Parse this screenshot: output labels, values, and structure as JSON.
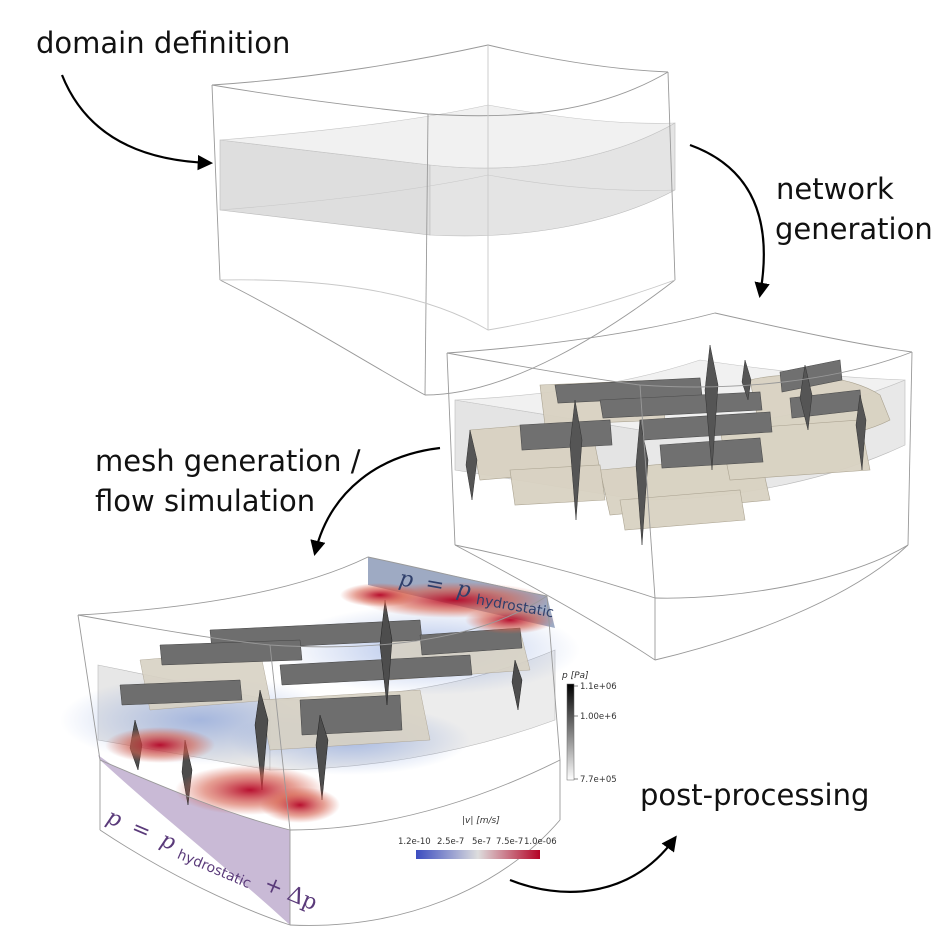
{
  "labels": {
    "domain_definition": "domain definition",
    "network_generation_line1": "network",
    "network_generation_line2": "generation",
    "mesh_generation_line1": "mesh generation /",
    "mesh_generation_line2": "flow simulation",
    "post_processing": "post-processing"
  },
  "boundary_conditions": {
    "top": {
      "lhs": "p",
      "eq": "=",
      "rhs_base": "p",
      "rhs_sub": "hydrostatic"
    },
    "bottom": {
      "lhs": "p",
      "eq": "=",
      "rhs_base": "p",
      "rhs_sub": "hydrostatic",
      "plus": "+ Δp"
    }
  },
  "pressure_colorbar": {
    "title": "p [Pa]",
    "max_label": "1.1e+06",
    "mid_label": "1.00e+6",
    "min_label": "7.7e+05",
    "colors": [
      "#000000",
      "#ffffff"
    ]
  },
  "velocity_colorbar": {
    "title": "|v| [m/s]",
    "tick_labels": [
      "1.2e-10",
      "2.5e-7",
      "5e-7",
      "7.5e-7",
      "1.0e-06"
    ],
    "colors": [
      "#3b4cc0",
      "#dddddd",
      "#b40426"
    ]
  },
  "colors": {
    "top_boundary": "#8d9bb8",
    "bottom_boundary": "#c3b3d1",
    "top_bc_text": "#2f3f6b",
    "bottom_bc_text": "#5a3a7a",
    "fracture_dark": "#6e6e6e",
    "fracture_light": "#d8d2c4"
  }
}
